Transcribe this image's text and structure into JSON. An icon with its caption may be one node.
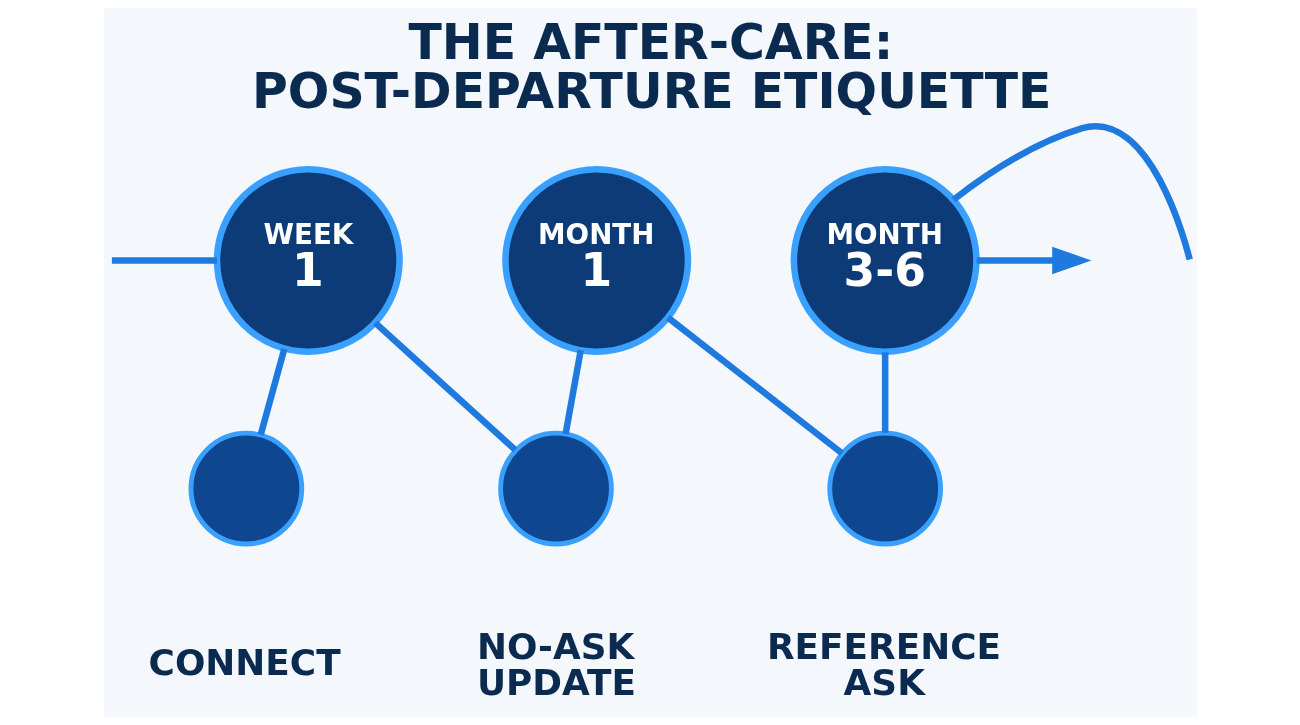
{
  "diagram": {
    "title": "THE AFTER-CARE: POST-DEPARTURE ETIQUETTE",
    "nodes": [
      {
        "text": [
          "WEEK",
          "1"
        ]
      },
      {
        "text": [],
        "shape": "circle",
        "beside": [
          "CONNECT"
        ]
      },
      {
        "text": [
          "MONTH",
          "1"
        ]
      },
      {
        "text": [],
        "shape": "circle",
        "beside": [
          "NO-ASK UPDATE"
        ]
      },
      {
        "text": [
          "MONTH",
          "3-6"
        ]
      },
      {
        "text": [],
        "shape": "circle",
        "beside": [
          "REFERENCE ASK"
        ]
      }
    ],
    "edges": [
      {
        "from": null,
        "to": 0,
        "arrow": "none"
      },
      {
        "from": 0,
        "to": 1,
        "arrow": "none"
      },
      {
        "from": 0,
        "to": 3,
        "arrow": "none"
      },
      {
        "from": 2,
        "to": 3,
        "arrow": "none"
      },
      {
        "from": 2,
        "to": 5,
        "arrow": "none"
      },
      {
        "from": 4,
        "to": 5,
        "arrow": "none"
      },
      {
        "from": 4,
        "to": null,
        "arrow": "none"
      },
      {
        "from": 4,
        "to": null,
        "arrow": "to"
      }
    ]
  }
}
